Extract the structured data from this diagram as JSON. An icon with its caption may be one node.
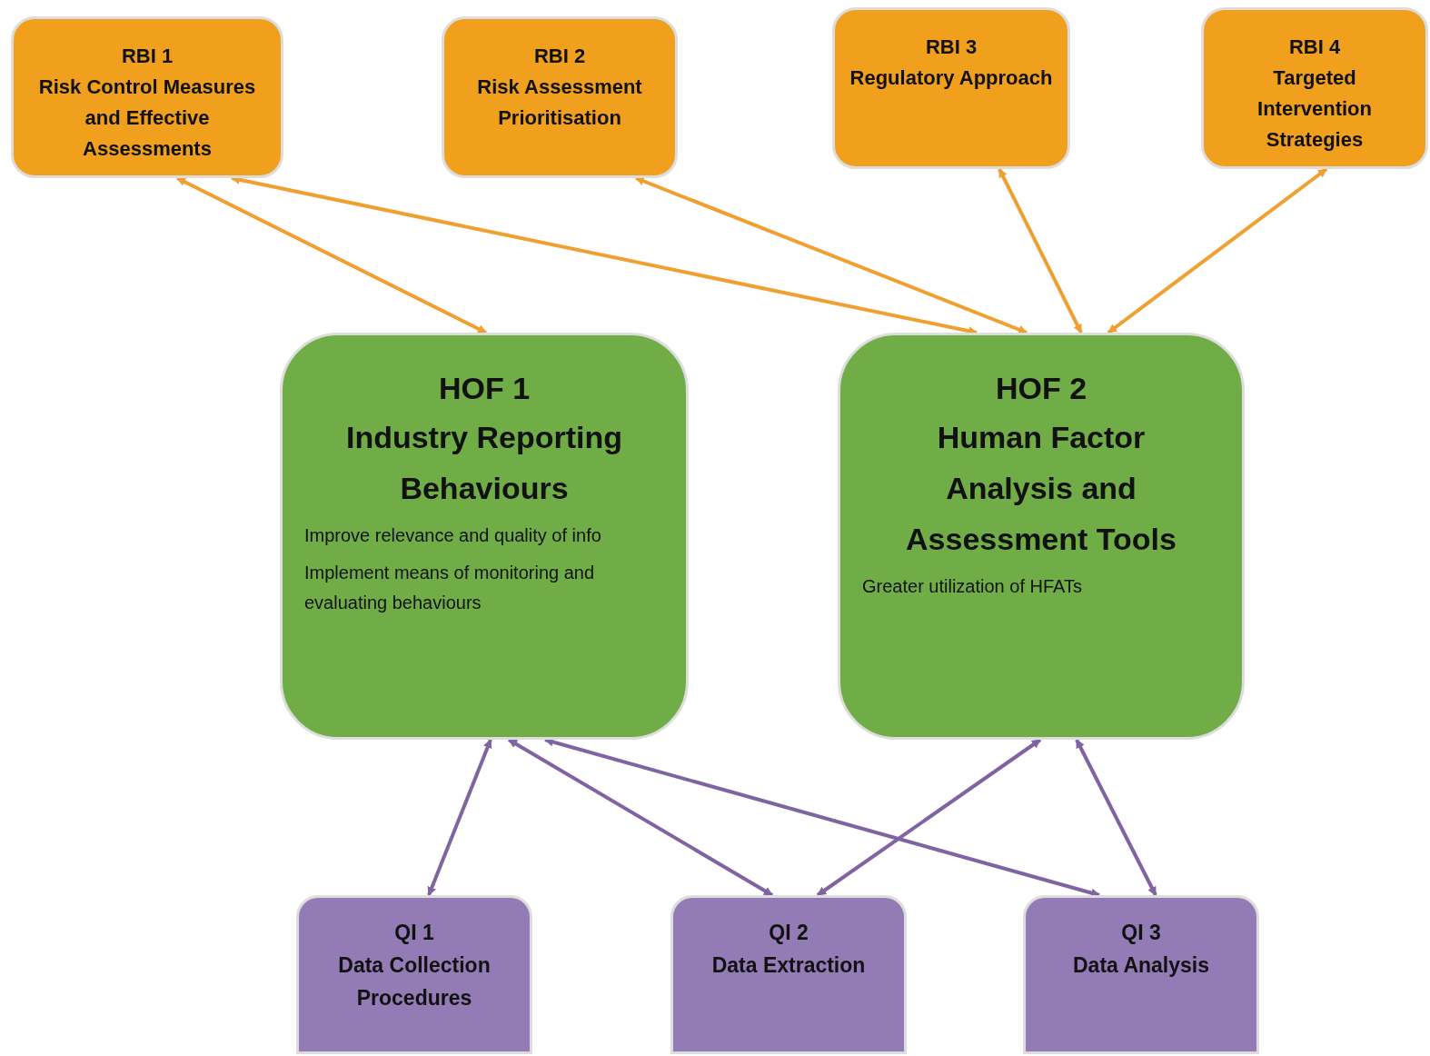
{
  "diagram": {
    "nodes": [
      {
        "text": [
          "RBI 1",
          "Risk Control Measures and Effective Assessments"
        ]
      },
      {
        "text": [
          "RBI 2",
          "Risk Assessment Prioritisation"
        ]
      },
      {
        "text": [
          "RBI 3",
          "Regulatory Approach"
        ]
      },
      {
        "text": [
          "RBI 4",
          "Targeted Intervention Strategies"
        ]
      },
      {
        "text": [
          "HOF 1",
          "Industry Reporting Behaviours",
          "Improve relevance and quality of info",
          "Implement means of monitoring and evaluating behaviours"
        ]
      },
      {
        "text": [
          "HOF 2",
          "Human Factor Analysis and Assessment Tools",
          "Greater utilization of HFATs"
        ]
      },
      {
        "text": [
          "QI 1",
          "Data Collection Procedures"
        ]
      },
      {
        "text": [
          "QI 2",
          "Data Extraction"
        ]
      },
      {
        "text": [
          "QI 3",
          "Data Analysis"
        ]
      }
    ],
    "edges": [
      {
        "from": 0,
        "to": 4,
        "arrow": "both",
        "color": "#f0a030"
      },
      {
        "from": 0,
        "to": 5,
        "arrow": "both",
        "color": "#f0a030"
      },
      {
        "from": 1,
        "to": 5,
        "arrow": "both",
        "color": "#f0a030"
      },
      {
        "from": 2,
        "to": 5,
        "arrow": "both",
        "color": "#f0a030"
      },
      {
        "from": 3,
        "to": 5,
        "arrow": "both",
        "color": "#f0a030"
      },
      {
        "from": 4,
        "to": 6,
        "arrow": "both",
        "color": "#8064a2"
      },
      {
        "from": 4,
        "to": 7,
        "arrow": "both",
        "color": "#8064a2"
      },
      {
        "from": 4,
        "to": 8,
        "arrow": "both",
        "color": "#8064a2"
      },
      {
        "from": 5,
        "to": 7,
        "arrow": "both",
        "color": "#8064a2"
      },
      {
        "from": 5,
        "to": 8,
        "arrow": "both",
        "color": "#8064a2"
      }
    ]
  }
}
